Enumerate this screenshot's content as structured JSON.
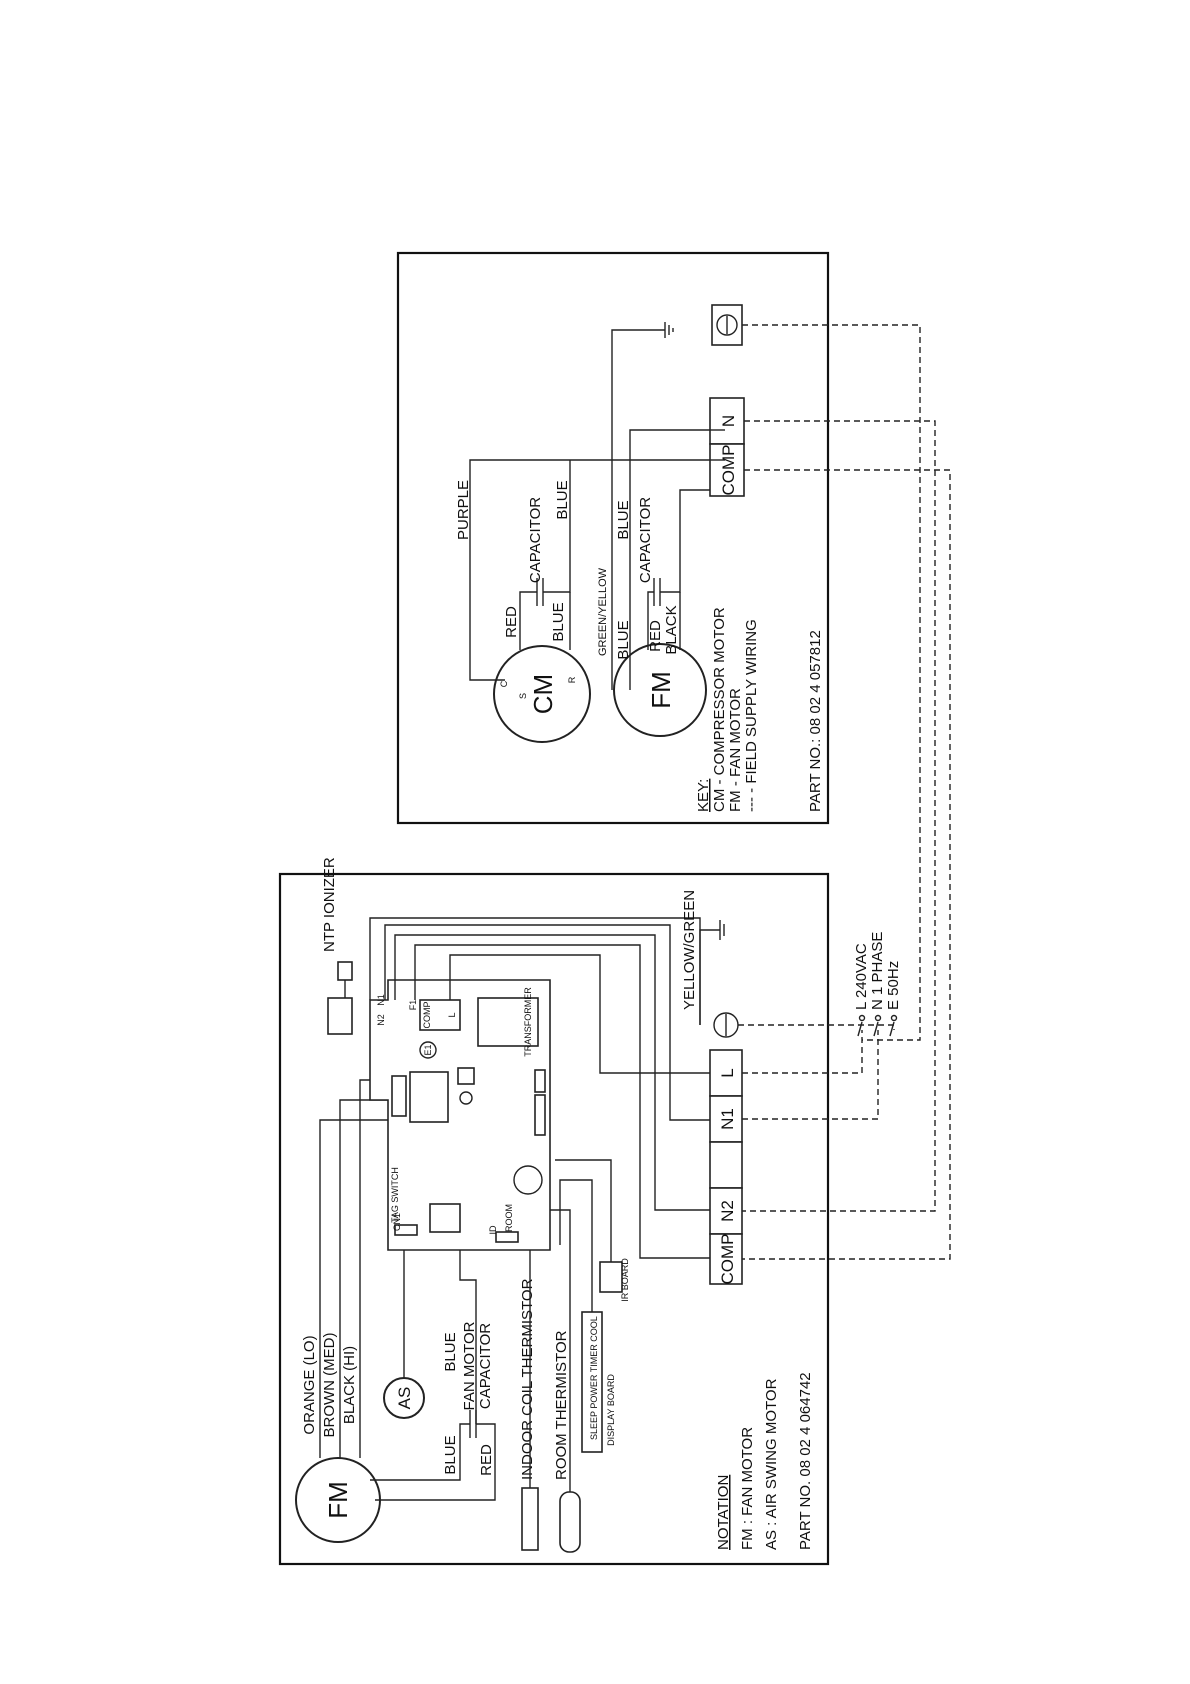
{
  "outdoor": {
    "wire_labels": {
      "purple": "PURPLE",
      "blue_cm": "BLUE",
      "red_cm": "RED",
      "blue_cm_r": "BLUE",
      "capacitor_cm": "CAPACITOR",
      "green_yellow": "GREEN/YELLOW",
      "blue_fm": "BLUE",
      "blue_fm2": "BLUE",
      "red_fm": "RED",
      "black_fm": "BLACK",
      "capacitor_fm": "CAPACITOR"
    },
    "cm_label": "CM",
    "fm_label": "FM",
    "cm_terminals": {
      "c": "C",
      "s": "S",
      "r": "R"
    },
    "terminals": {
      "n": "N",
      "comp": "COMP"
    },
    "key": {
      "title": "KEY:",
      "items": [
        "CM  -  COMPRESSOR MOTOR",
        "FM  -  FAN MOTOR",
        "---  -  FIELD SUPPLY WIRING"
      ]
    },
    "part_no": "PART NO.: 08  02  4  057812"
  },
  "indoor": {
    "fm_label": "FM",
    "as_label": "AS",
    "wire_labels": {
      "orange": "ORANGE (LO)",
      "brown": "BROWN (MED)",
      "black": "BLACK (HI)",
      "blue_top": "BLUE",
      "blue_bottom": "BLUE",
      "red": "RED",
      "yellow_green": "YELLOW/GREEN"
    },
    "fan_capacitor": [
      "FAN MOTOR",
      "CAPACITOR"
    ],
    "thermistors": {
      "coil": "INDOOR COIL THERMISTOR",
      "room": "ROOM THERMISTOR"
    },
    "ntp_ionizer": "NTP IONIZER",
    "board": {
      "transformer": "TRANSFORMER",
      "comp": "COMP",
      "f1": "F1",
      "l": "L",
      "n1": "N1",
      "n2": "N2",
      "e1": "E1",
      "tag_switch": "TAG SWITCH",
      "cn1": "CN1",
      "id": "ID",
      "room": "ROOM",
      "ir_board": "IR BOARD",
      "display_board": "DISPLAY BOARD",
      "display_buttons": "SLEEP  POWER  TIMER  COOL"
    },
    "terminals": [
      "L",
      "N1",
      "",
      "N2",
      "COMP"
    ],
    "supply": [
      "L   240VAC",
      "N   1 PHASE",
      "E   50Hz"
    ],
    "notation": {
      "title": "NOTATION",
      "items": [
        "FM  :   FAN MOTOR",
        "AS  :   AIR SWING MOTOR"
      ]
    },
    "part_no": "PART NO. 08  02  4  064742"
  }
}
